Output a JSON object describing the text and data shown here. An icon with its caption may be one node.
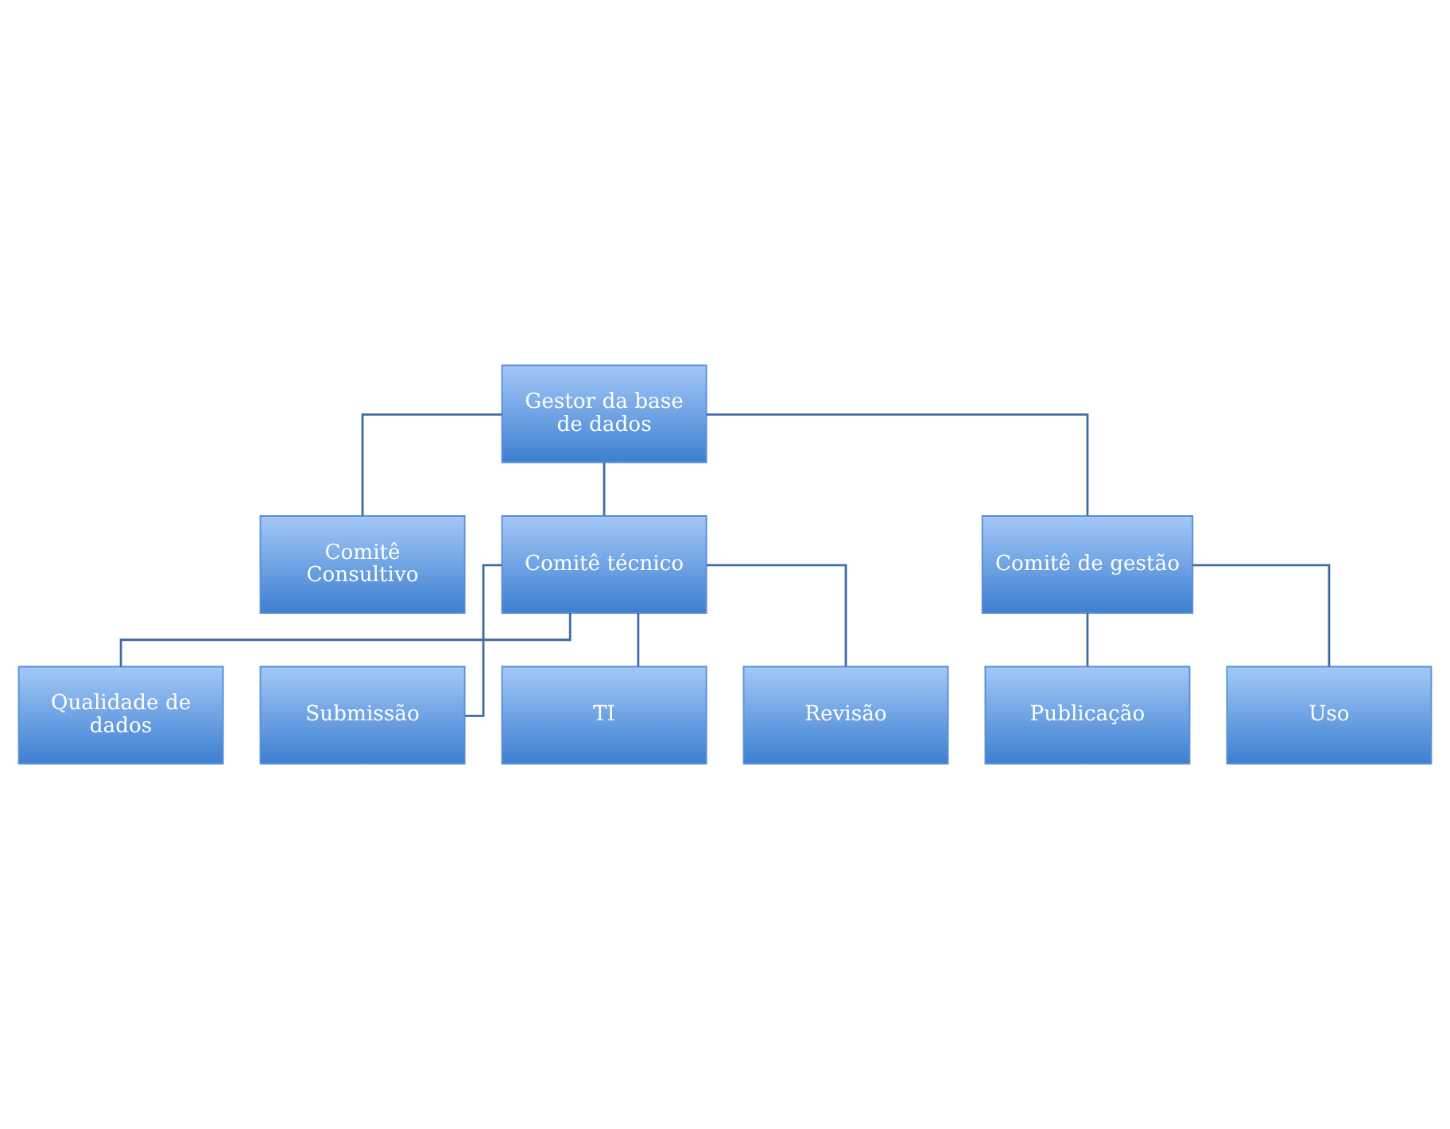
{
  "diagram": {
    "nodes": [
      {
        "text": [
          "Gestor da base de dados"
        ]
      },
      {
        "text": [
          "Comitê Consultivo"
        ]
      },
      {
        "text": [
          "Comitê técnico"
        ]
      },
      {
        "text": [
          "Comitê de gestão"
        ]
      },
      {
        "text": [
          "Qualidade de dados"
        ]
      },
      {
        "text": [
          "Submissão"
        ]
      },
      {
        "text": [
          "TI"
        ]
      },
      {
        "text": [
          "Revisão"
        ]
      },
      {
        "text": [
          "Publicação"
        ]
      },
      {
        "text": [
          "Uso"
        ]
      }
    ],
    "edges": [
      {
        "from": 0,
        "to": 1,
        "arrow": "none"
      },
      {
        "from": 0,
        "to": 2,
        "arrow": "none"
      },
      {
        "from": 0,
        "to": 3,
        "arrow": "none"
      },
      {
        "from": 2,
        "to": 4,
        "arrow": "none"
      },
      {
        "from": 2,
        "to": 5,
        "arrow": "none"
      },
      {
        "from": 2,
        "to": 6,
        "arrow": "none"
      },
      {
        "from": 2,
        "to": 7,
        "arrow": "none"
      },
      {
        "from": 3,
        "to": 8,
        "arrow": "none"
      },
      {
        "from": 3,
        "to": 9,
        "arrow": "none"
      }
    ]
  }
}
